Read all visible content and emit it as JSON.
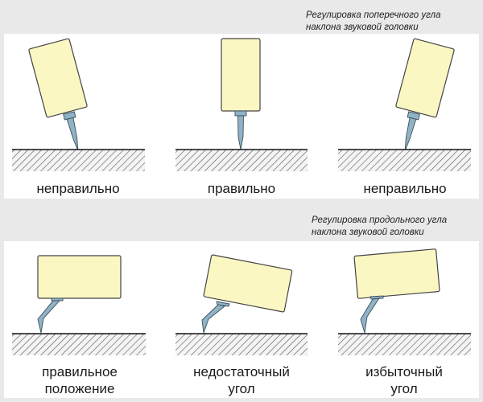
{
  "section_top": {
    "caption_line1": "Регулировка поперечного угла",
    "caption_line2": "наклона звуковой головки",
    "labels": [
      "неправильно",
      "правильно",
      "неправильно"
    ]
  },
  "section_bottom": {
    "caption_line1": "Регулировка продольного угла",
    "caption_line2": "наклона звуковой головки",
    "labels": [
      {
        "line1": "правильное",
        "line2": "положение"
      },
      {
        "line1": "недостаточный",
        "line2": "угол"
      },
      {
        "line1": "избыточный",
        "line2": "угол"
      }
    ]
  },
  "colors": {
    "background": "#e9e9e9",
    "panel": "#ffffff",
    "cartridge": "#fbf7c3",
    "stylus": "#8fb2c6"
  }
}
